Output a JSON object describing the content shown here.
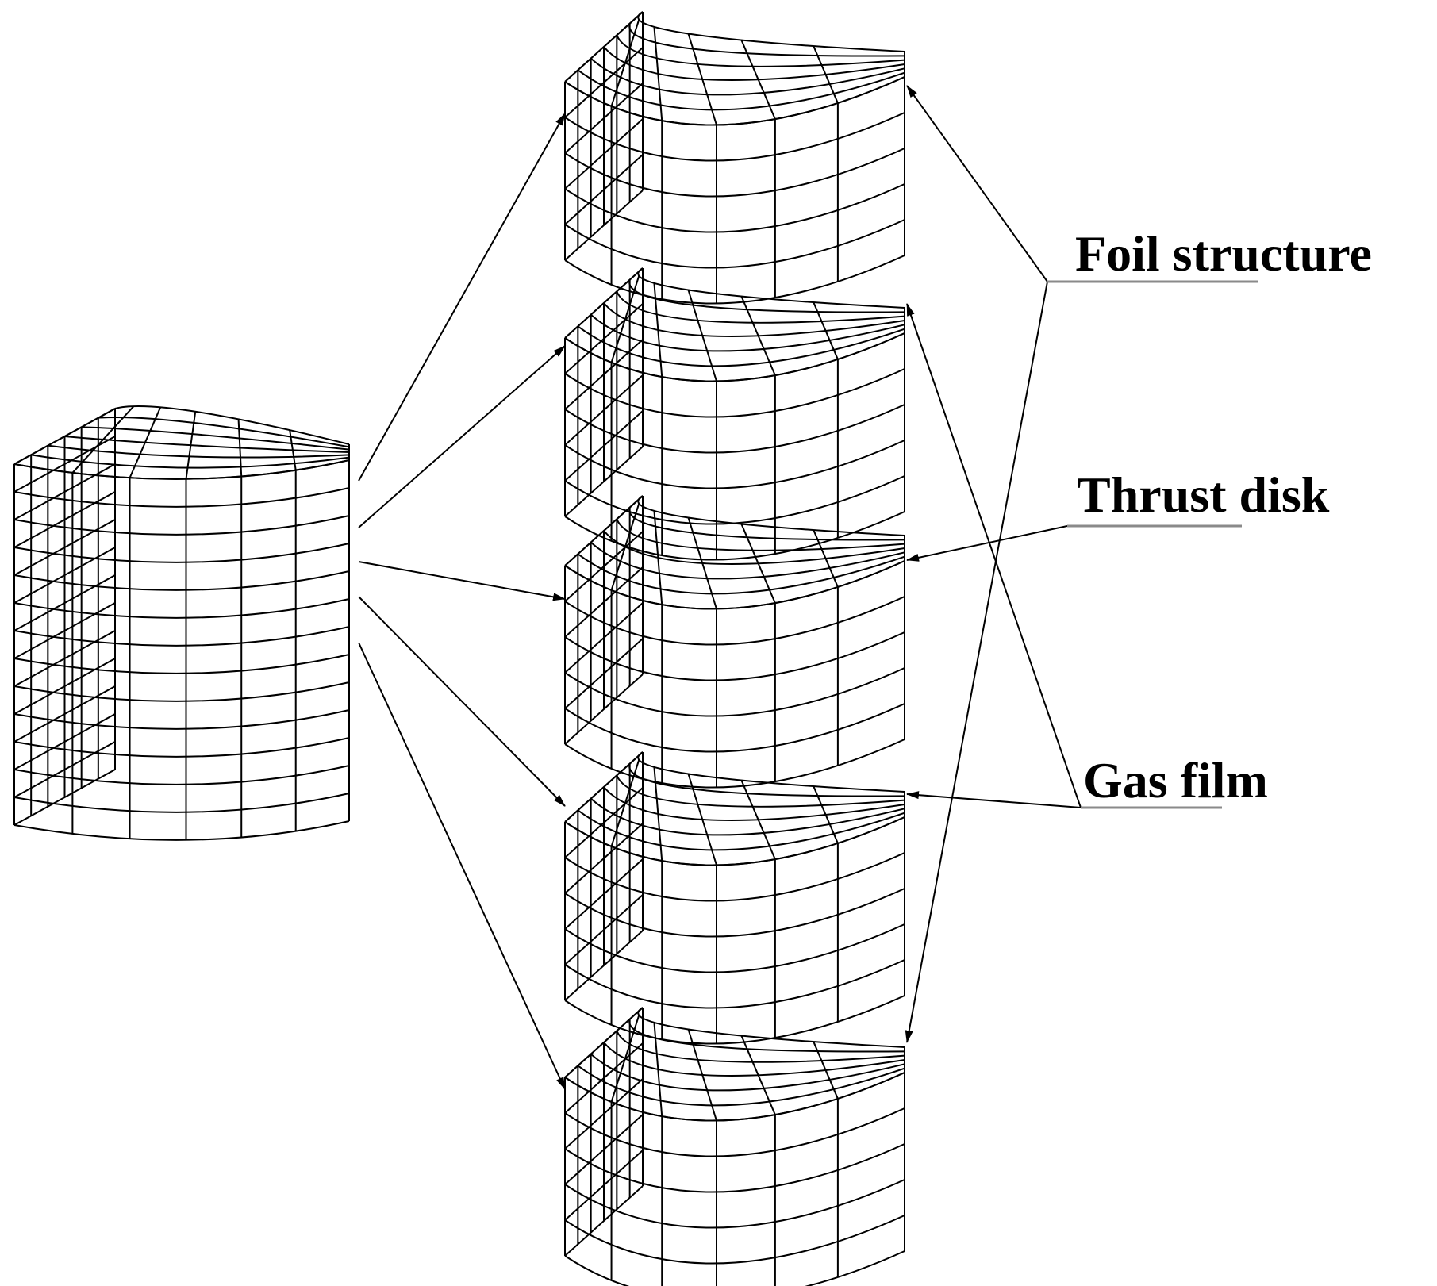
{
  "labels": {
    "foil_structure": "Foil structure",
    "thrust_disk": "Thrust disk",
    "gas_film": "Gas film"
  },
  "colors": {
    "line": "#000000",
    "underline": "#8a8a8a",
    "background": "#ffffff"
  },
  "components": [
    {
      "id": "assembly",
      "layers": 13
    },
    {
      "id": "layer-1",
      "layers": 5
    },
    {
      "id": "layer-2",
      "layers": 5
    },
    {
      "id": "layer-3",
      "layers": 5
    },
    {
      "id": "layer-4",
      "layers": 5
    },
    {
      "id": "layer-5",
      "layers": 5
    }
  ]
}
